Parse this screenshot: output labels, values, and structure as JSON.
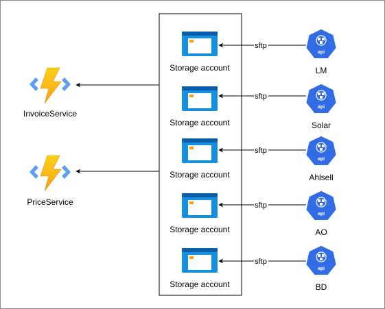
{
  "diagram": {
    "functions": [
      {
        "id": "invoice",
        "label": "InvoiceService",
        "icon": "azure-function-icon"
      },
      {
        "id": "price",
        "label": "PriceService",
        "icon": "azure-function-icon"
      }
    ],
    "storage_accounts": [
      {
        "id": "sa-1",
        "label": "Storage account",
        "icon": "storage-account-icon"
      },
      {
        "id": "sa-2",
        "label": "Storage account",
        "icon": "storage-account-icon"
      },
      {
        "id": "sa-3",
        "label": "Storage account",
        "icon": "storage-account-icon"
      },
      {
        "id": "sa-4",
        "label": "Storage account",
        "icon": "storage-account-icon"
      },
      {
        "id": "sa-5",
        "label": "Storage account",
        "icon": "storage-account-icon"
      }
    ],
    "suppliers": [
      {
        "id": "lm",
        "label": "LM",
        "icon": "kubernetes-api-icon",
        "badge": "api"
      },
      {
        "id": "solar",
        "label": "Solar",
        "icon": "kubernetes-api-icon",
        "badge": "api"
      },
      {
        "id": "ahlsell",
        "label": "Ahlsell",
        "icon": "kubernetes-api-icon",
        "badge": "api"
      },
      {
        "id": "ao",
        "label": "AO",
        "icon": "kubernetes-api-icon",
        "badge": "api"
      },
      {
        "id": "bd",
        "label": "BD",
        "icon": "kubernetes-api-icon",
        "badge": "api"
      }
    ],
    "edges": [
      {
        "from": "lm",
        "to": "sa-1",
        "label": "sftp"
      },
      {
        "from": "solar",
        "to": "sa-2",
        "label": "sftp"
      },
      {
        "from": "ahlsell",
        "to": "sa-3",
        "label": "sftp"
      },
      {
        "from": "ao",
        "to": "sa-4",
        "label": "sftp"
      },
      {
        "from": "bd",
        "to": "sa-5",
        "label": "sftp"
      },
      {
        "from": "storage-group",
        "to": "invoice",
        "label": ""
      },
      {
        "from": "storage-group",
        "to": "price",
        "label": ""
      }
    ],
    "colors": {
      "k8s_blue": "#326CE5",
      "storage_blue": "#1490DF",
      "storage_dark": "#0A5FA8",
      "function_yellow": "#FCD116",
      "function_orange": "#F7A21B",
      "function_bracket": "#5EA0EF"
    }
  }
}
